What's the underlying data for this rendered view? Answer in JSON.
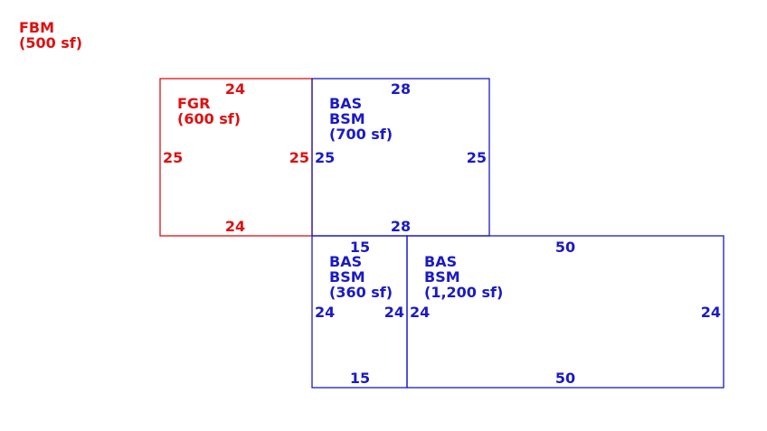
{
  "colors": {
    "red": "#dd1111",
    "blue": "#1a1ac8"
  },
  "fbm": {
    "line1": "FBM",
    "line2": "(500 sf)"
  },
  "fgr": {
    "line1": "FGR",
    "line2": "(600 sf)",
    "top": "24",
    "bottom": "24",
    "left": "25",
    "right": "25"
  },
  "bas700": {
    "line1": "BAS",
    "line2": "BSM",
    "line3": "(700 sf)",
    "top": "28",
    "bottom": "28",
    "left": "25",
    "right": "25"
  },
  "bas360": {
    "line1": "BAS",
    "line2": "BSM",
    "line3": "(360 sf)",
    "top": "15",
    "bottom": "15",
    "left": "24",
    "right": "24"
  },
  "bas1200": {
    "line1": "BAS",
    "line2": "BSM",
    "line3": "(1,200 sf)",
    "top": "50",
    "bottom": "50",
    "left": "24",
    "right": "24"
  }
}
